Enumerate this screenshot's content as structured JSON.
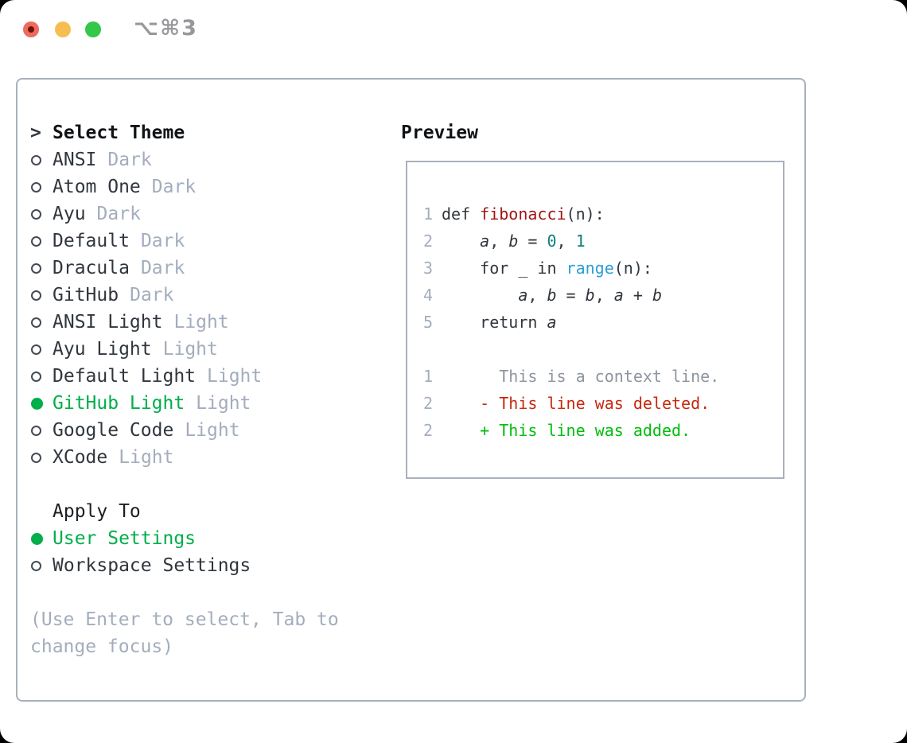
{
  "window": {
    "title": "⌥⌘3"
  },
  "titlebar": {
    "traffic_lights": [
      {
        "name": "close-button",
        "color": "#ee6a5f",
        "has_dot": true
      },
      {
        "name": "minimize-button",
        "color": "#f6be50",
        "has_dot": false
      },
      {
        "name": "zoom-button",
        "color": "#34c748",
        "has_dot": false
      }
    ]
  },
  "theme_selector": {
    "cursor": ">",
    "heading": "Select Theme",
    "themes": [
      {
        "name": "ANSI",
        "tag": "Dark",
        "selected": false
      },
      {
        "name": "Atom One",
        "tag": "Dark",
        "selected": false
      },
      {
        "name": "Ayu",
        "tag": "Dark",
        "selected": false
      },
      {
        "name": "Default",
        "tag": "Dark",
        "selected": false
      },
      {
        "name": "Dracula",
        "tag": "Dark",
        "selected": false
      },
      {
        "name": "GitHub",
        "tag": "Dark",
        "selected": false
      },
      {
        "name": "ANSI Light",
        "tag": "Light",
        "selected": false
      },
      {
        "name": "Ayu Light",
        "tag": "Light",
        "selected": false
      },
      {
        "name": "Default Light",
        "tag": "Light",
        "selected": false
      },
      {
        "name": "GitHub Light",
        "tag": "Light",
        "selected": true
      },
      {
        "name": "Google Code",
        "tag": "Light",
        "selected": false
      },
      {
        "name": "XCode",
        "tag": "Light",
        "selected": false
      }
    ]
  },
  "apply_to": {
    "heading": "Apply To",
    "options": [
      {
        "label": "User Settings",
        "selected": true
      },
      {
        "label": "Workspace Settings",
        "selected": false
      }
    ]
  },
  "hint": "(Use Enter to select, Tab to change focus)",
  "preview": {
    "heading": "Preview",
    "lines": [
      {
        "num": "1",
        "tokens": [
          {
            "c": "plain",
            "t": "def "
          },
          {
            "c": "fn",
            "t": "fibonacci"
          },
          {
            "c": "plain",
            "t": "(n):"
          }
        ]
      },
      {
        "num": "2",
        "tokens": [
          {
            "c": "plain",
            "t": "    "
          },
          {
            "c": "var",
            "t": "a"
          },
          {
            "c": "plain",
            "t": ", "
          },
          {
            "c": "var",
            "t": "b"
          },
          {
            "c": "plain",
            "t": " = "
          },
          {
            "c": "lit",
            "t": "0"
          },
          {
            "c": "plain",
            "t": ", "
          },
          {
            "c": "lit",
            "t": "1"
          }
        ]
      },
      {
        "num": "3",
        "tokens": [
          {
            "c": "plain",
            "t": "    for _ in "
          },
          {
            "c": "builtin",
            "t": "range"
          },
          {
            "c": "plain",
            "t": "(n):"
          }
        ]
      },
      {
        "num": "4",
        "tokens": [
          {
            "c": "plain",
            "t": "        "
          },
          {
            "c": "var",
            "t": "a"
          },
          {
            "c": "plain",
            "t": ", "
          },
          {
            "c": "var",
            "t": "b"
          },
          {
            "c": "plain",
            "t": " = "
          },
          {
            "c": "var",
            "t": "b"
          },
          {
            "c": "plain",
            "t": ", "
          },
          {
            "c": "var",
            "t": "a"
          },
          {
            "c": "plain",
            "t": " + "
          },
          {
            "c": "var",
            "t": "b"
          }
        ]
      },
      {
        "num": "5",
        "tokens": [
          {
            "c": "plain",
            "t": "    return "
          },
          {
            "c": "var",
            "t": "a"
          }
        ]
      },
      {
        "num": "",
        "tokens": []
      },
      {
        "num": "1",
        "tokens": [
          {
            "c": "ctx",
            "t": "      This is a context line."
          }
        ]
      },
      {
        "num": "2",
        "tokens": [
          {
            "c": "del",
            "t": "    - This line was deleted."
          }
        ]
      },
      {
        "num": "2",
        "tokens": [
          {
            "c": "add",
            "t": "    + This line was added."
          }
        ]
      }
    ]
  },
  "colors": {
    "sel-green": "#00ae4a",
    "add-green": "#00be0e",
    "del-red": "#c7290f",
    "fn-red": "#a31515",
    "lit-teal": "#0d8079",
    "builtin-blue": "#2a9fd8",
    "text-dark": "#30363d",
    "muted-gray": "#a3adbd",
    "ctx-gray": "#8d959f",
    "border-gray": "#a9b1bc",
    "title-gray": "#97989c",
    "tl-red": "#ee6a5f",
    "tl-red-dot": "#6b1407",
    "tl-yellow": "#f6be50",
    "tl-green": "#34c748"
  }
}
